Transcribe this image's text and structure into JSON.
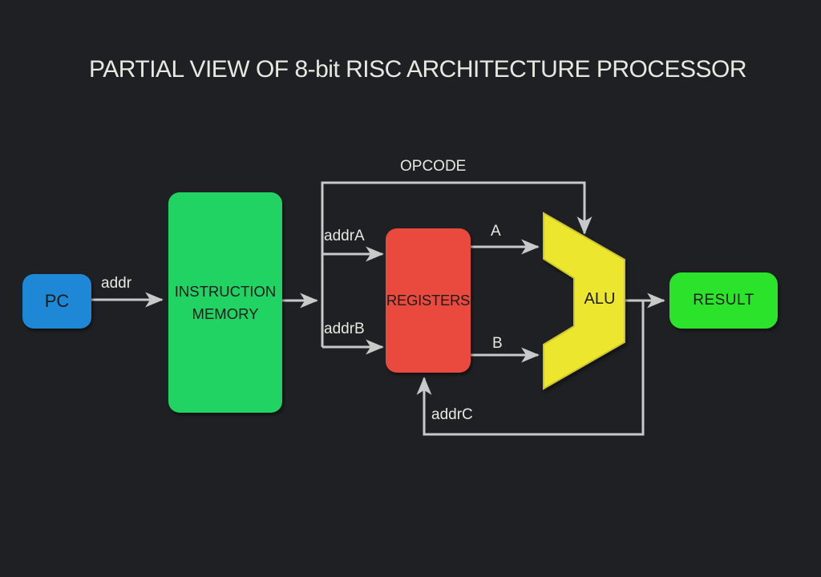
{
  "title": "PARTIAL VIEW OF 8-bit RISC ARCHITECTURE PROCESSOR",
  "colors": {
    "background": "#1f2023",
    "text_light": "#e6e8e2",
    "text_dark": "#1c1c1c",
    "wire": "#c9c9c9",
    "pc_blue": "#1e87d6",
    "memory_green": "#21d363",
    "registers_red": "#e94a3d",
    "alu_yellow": "#ece72e",
    "alu_edge": "#cdc32c",
    "result_green": "#2be32b"
  },
  "nodes": {
    "pc": {
      "label": "PC"
    },
    "instruction_memory": {
      "label": "INSTRUCTION MEMORY"
    },
    "registers": {
      "label": "REGISTERS"
    },
    "alu": {
      "label": "ALU"
    },
    "result": {
      "label": "RESULT"
    }
  },
  "wires": {
    "addr": {
      "label": "addr"
    },
    "opcode": {
      "label": "OPCODE"
    },
    "addrA": {
      "label": "addrA"
    },
    "addrB": {
      "label": "addrB"
    },
    "addrC": {
      "label": "addrC"
    },
    "a": {
      "label": "A"
    },
    "b": {
      "label": "B"
    }
  }
}
